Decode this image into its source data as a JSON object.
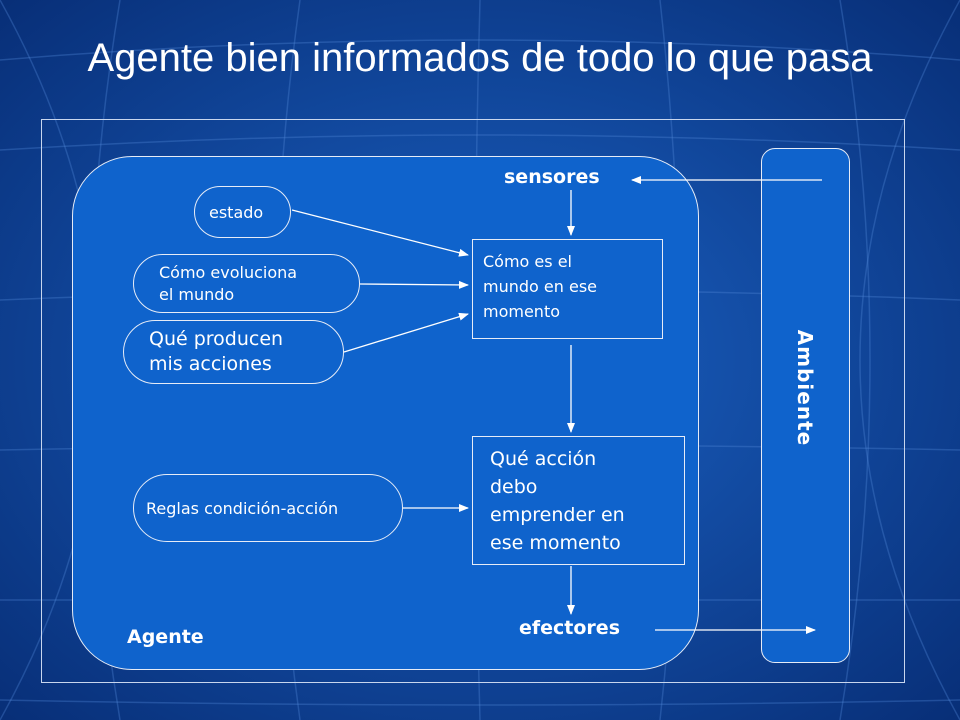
{
  "title": "Agente bien informados de todo lo que pasa",
  "agent": {
    "label": "Agente",
    "sensors": "sensores",
    "effectors": "efectores",
    "state": "estado",
    "how_world_evolves": "Cómo evoluciona\nel mundo",
    "what_actions_do": "Qué producen\nmis acciones",
    "world_now": "Cómo es el\nmundo en ese\nmomento",
    "rules": "Reglas condición-acción",
    "action_choice": "Qué acción\ndebo\nemprender en\nese momento"
  },
  "environment": {
    "label": "Ambiente"
  },
  "colors": {
    "background": "#0a3c8c",
    "box_fill": "#0f63cc",
    "border": "#e6ecf7",
    "text": "#ffffff"
  }
}
